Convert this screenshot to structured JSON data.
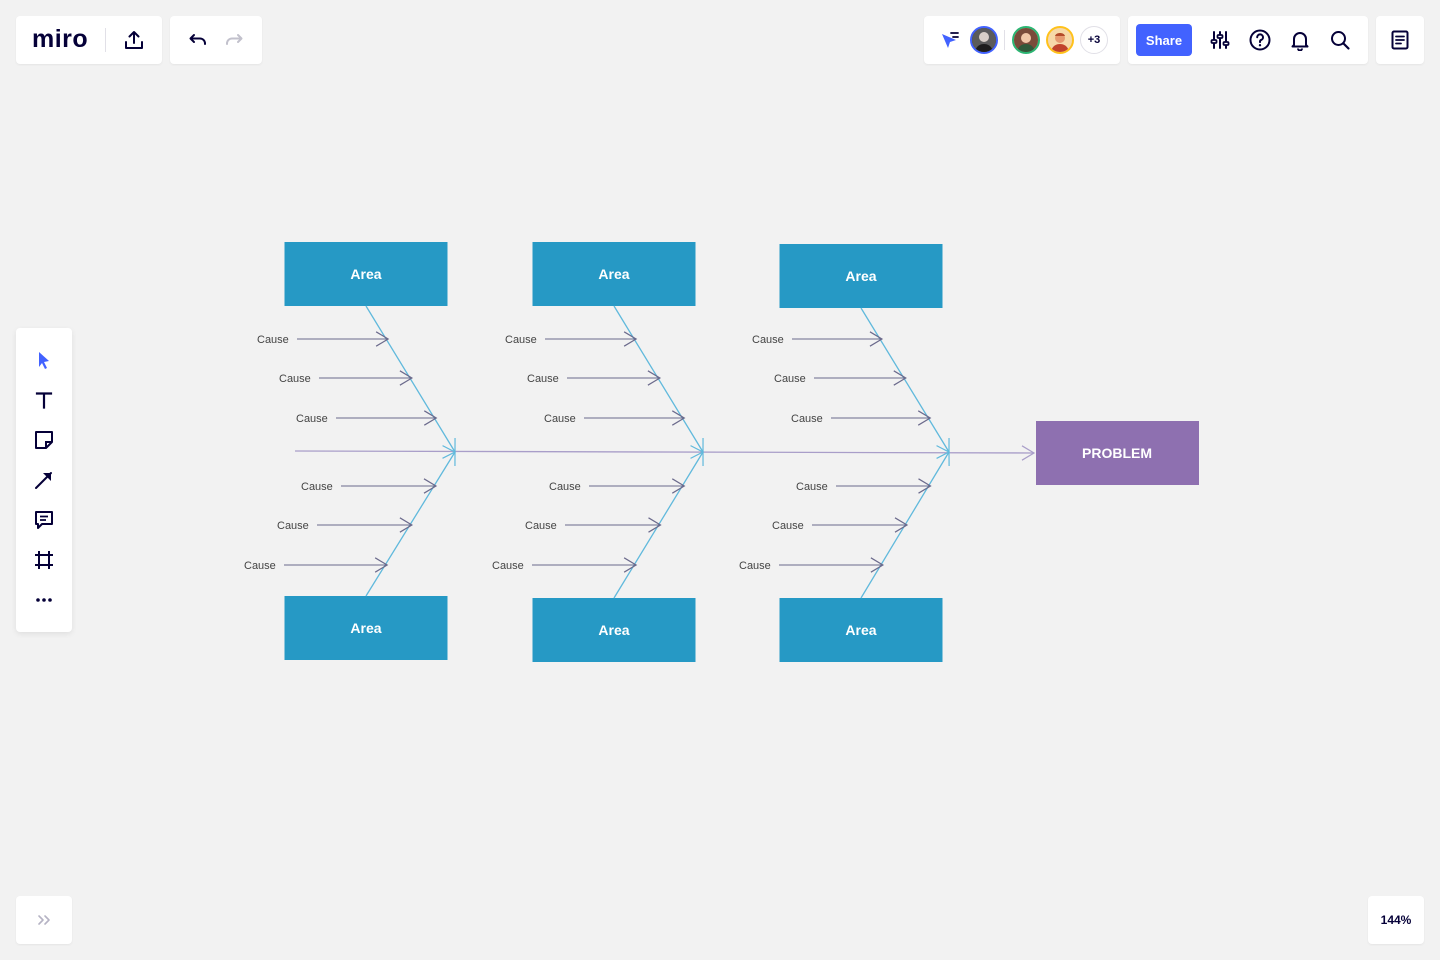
{
  "header": {
    "logo": "miro",
    "icons": {
      "export": "upload-icon",
      "undo": "undo-icon",
      "redo": "redo-icon",
      "cursor_tracking": "cursor-follow-icon",
      "settings": "sliders-icon",
      "help": "help-circle-icon",
      "notifications": "bell-icon",
      "search": "search-icon",
      "notes": "notes-icon"
    },
    "collaborators_more": "+3",
    "share_label": "Share"
  },
  "toolbar": {
    "tools": [
      "select-tool",
      "text-tool",
      "sticky-note-tool",
      "connector-tool",
      "comment-tool",
      "frame-tool",
      "more-tools"
    ]
  },
  "zoom": {
    "label": "144%"
  },
  "diagram": {
    "problem_label": "PROBLEM",
    "area_label": "Area",
    "cause_label": "Cause",
    "colors": {
      "area_fill": "#2699c5",
      "problem_fill": "#8e70b0",
      "bone": "#60b9dc",
      "spine": "#a99ec9",
      "cause_arrow": "#6b6a8c",
      "text_light": "#ffffff",
      "cause_text": "#444444"
    }
  },
  "colors": {
    "accent": "#4262ff",
    "canvas_bg": "#f2f2f2",
    "ink": "#050038"
  }
}
